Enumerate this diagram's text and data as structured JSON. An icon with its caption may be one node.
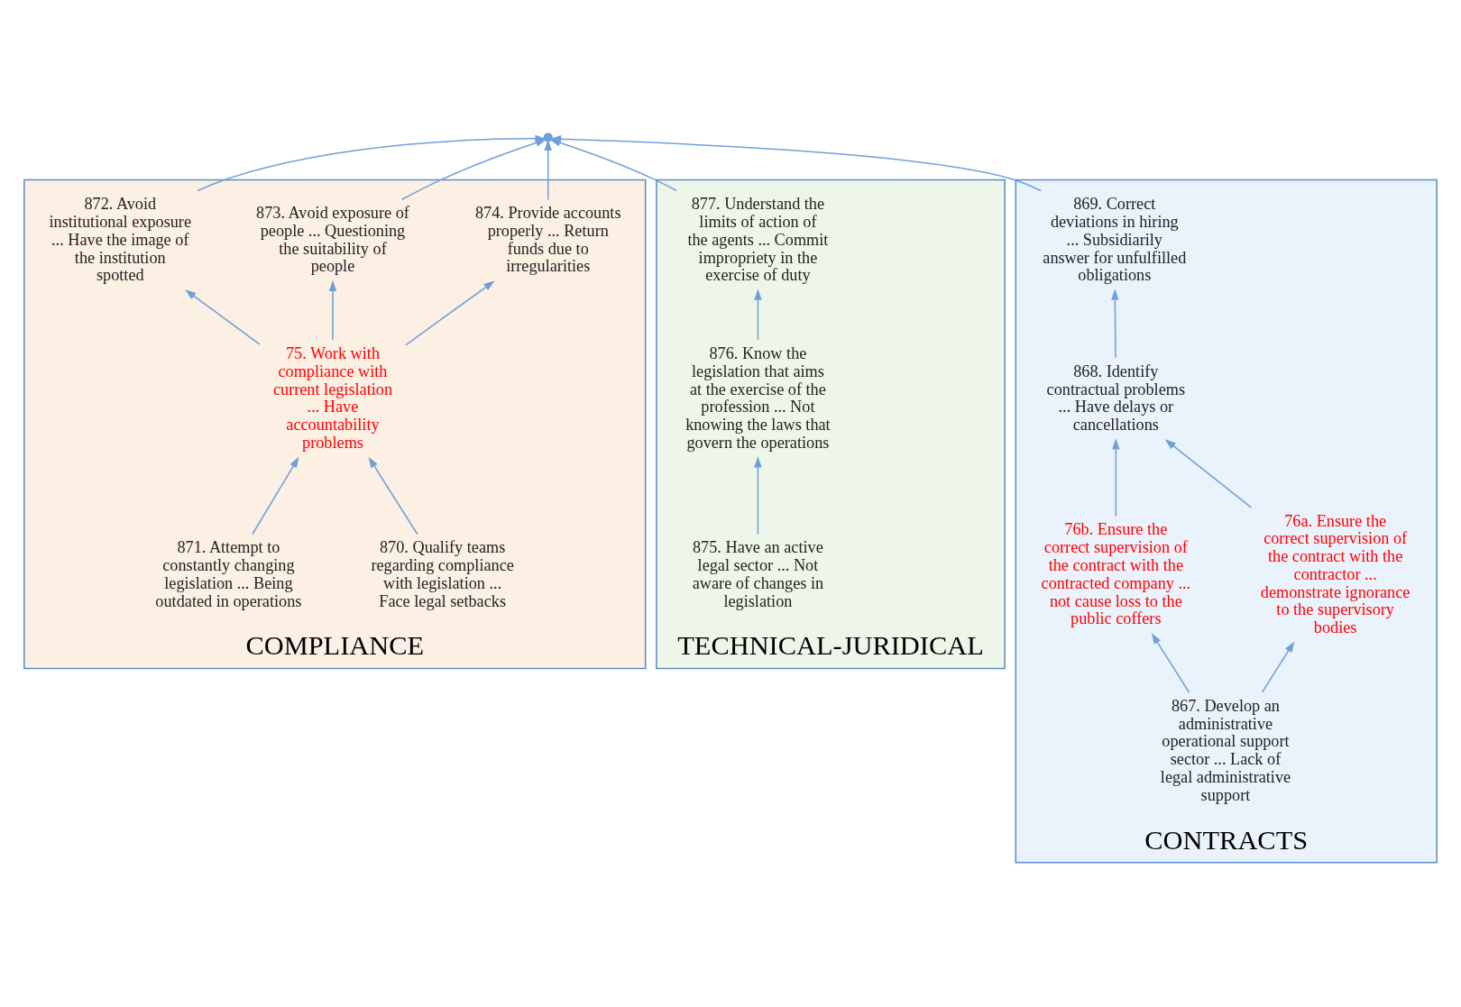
{
  "diagram": {
    "nodes": [
      {
        "text": [
          "CONTRACTS"
        ]
      },
      {
        "text": [
          "869. Correct deviations in hiring ... Subsidiarily answer for unfulfilled obligations"
        ],
        "in": 0
      },
      {
        "text": [
          "868. Identify contractual problems ... Have delays or cancellations"
        ],
        "in": 0
      },
      {
        "text": [
          "76b. Ensure the correct supervision of the contract with the contracted company ... not cause loss to the public coffers"
        ],
        "in": 0
      },
      {
        "text": [
          "76a. Ensure the correct supervision of the contract with the contractor ... demonstrate ignorance to the supervisory bodies"
        ],
        "in": 0
      },
      {
        "text": [
          "867. Develop an administrative operational support sector ... Lack of legal administrative support"
        ],
        "in": 0
      },
      {
        "text": [
          "COMPLIANCE"
        ]
      },
      {
        "text": [
          "872. Avoid institutional exposure ... Have the image of the institution spotted"
        ],
        "in": 6
      },
      {
        "text": [
          "873. Avoid exposure of people ... Questioning the suitability of people"
        ],
        "in": 6
      },
      {
        "text": [
          "874. Provide accounts properly ... Return funds due to irregularities"
        ],
        "in": 6
      },
      {
        "text": [
          "75. Work with compliance with current legislation ... Have accountability problems"
        ],
        "in": 6
      },
      {
        "text": [
          "870. Qualify teams regarding compliance with legislation ... Face legal setbacks"
        ],
        "in": 6
      },
      {
        "text": [
          "871. Attempt to constantly changing legislation ... Being outdated in operations"
        ],
        "in": 6
      },
      {
        "text": [
          "TECHNICAL-JURIDICAL"
        ]
      },
      {
        "text": [
          "877. Understand the limits of action of the agents ... Commit impropriety in the exercise of duty"
        ],
        "in": 13
      },
      {
        "text": [
          "876. Know the legislation that aims at the exercise of the profession ... Not knowing the laws that govern the operations"
        ],
        "in": 13
      },
      {
        "text": [
          "875. Have an active legal sector ... Not aware of changes in legislation"
        ],
        "in": 13
      },
      {
        "text": [],
        "shape": "point"
      }
    ],
    "edges": [
      {
        "from": 2,
        "to": 1,
        "arrow": "to"
      },
      {
        "from": 3,
        "to": 2,
        "arrow": "to"
      },
      {
        "from": 4,
        "to": 2,
        "arrow": "to"
      },
      {
        "from": 5,
        "to": 3,
        "arrow": "to"
      },
      {
        "from": 5,
        "to": 4,
        "arrow": "to"
      },
      {
        "from": 10,
        "to": 7,
        "arrow": "to"
      },
      {
        "from": 10,
        "to": 8,
        "arrow": "to"
      },
      {
        "from": 10,
        "to": 9,
        "arrow": "to"
      },
      {
        "from": 11,
        "to": 10,
        "arrow": "to"
      },
      {
        "from": 12,
        "to": 10,
        "arrow": "to"
      },
      {
        "from": 16,
        "to": 15,
        "arrow": "to"
      },
      {
        "from": 15,
        "to": 14,
        "arrow": "to"
      },
      {
        "from": 1,
        "to": 17,
        "arrow": "to"
      },
      {
        "from": 7,
        "to": 17,
        "arrow": "to"
      },
      {
        "from": 8,
        "to": 17,
        "arrow": "to"
      },
      {
        "from": 9,
        "to": 17,
        "arrow": "to"
      },
      {
        "from": 14,
        "to": 17,
        "arrow": "to"
      }
    ]
  }
}
